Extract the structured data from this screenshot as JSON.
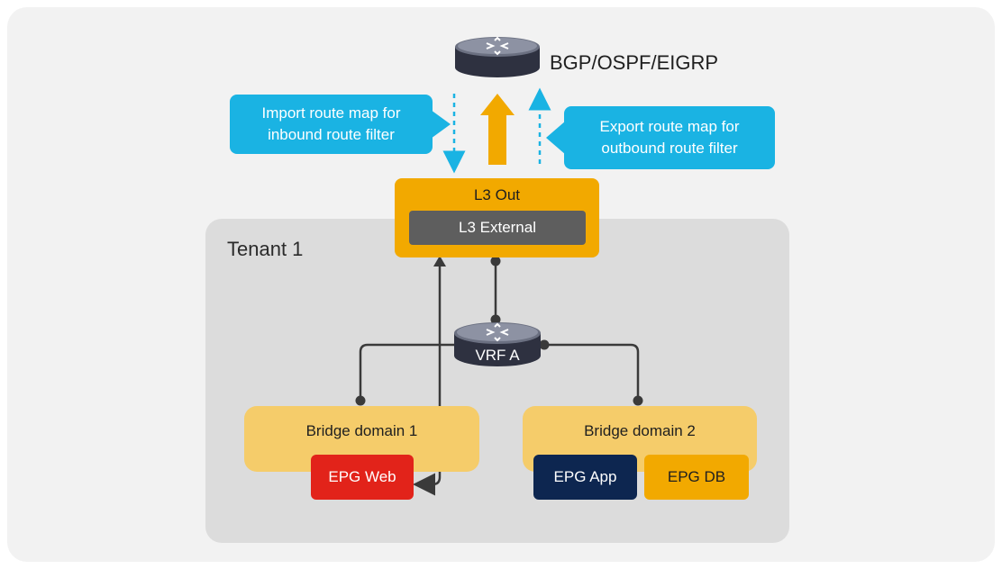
{
  "diagram": {
    "tenant_label": "Tenant 1",
    "external_router": {
      "label": "BGP/OSPF/EIGRP",
      "icon": "router-icon"
    },
    "import_callout": {
      "line1": "Import route map for",
      "line2": "inbound route filter"
    },
    "export_callout": {
      "line1": "Export route map for",
      "line2": "outbound route filter"
    },
    "l3out": {
      "title": "L3 Out",
      "inner": "L3 External"
    },
    "vrf": {
      "label": "VRF A",
      "icon": "router-icon"
    },
    "bridge_domains": [
      {
        "label": "Bridge domain 1"
      },
      {
        "label": "Bridge domain 2"
      }
    ],
    "epgs": [
      {
        "label": "EPG Web"
      },
      {
        "label": "EPG App"
      },
      {
        "label": "EPG DB"
      }
    ],
    "colors": {
      "callout": "#1ab3e3",
      "arrow_orange": "#f2a900",
      "l3out": "#f2a900",
      "l3external": "#5e5e5e",
      "bridge_domain": "#f5cc6a",
      "epg_web": "#e2231a",
      "epg_app": "#0d2650",
      "epg_db": "#f2a900",
      "tenant_bg": "#dcdcdc",
      "canvas_bg": "#f2f2f2"
    }
  }
}
